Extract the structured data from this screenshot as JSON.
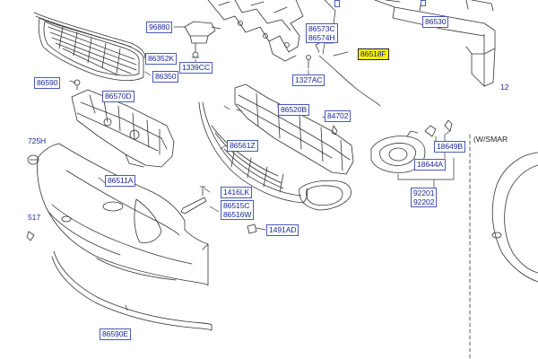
{
  "labels": {
    "p96880": "96880",
    "p86352K": "86352K",
    "p86350": "86350",
    "p1339CC": "1339CC",
    "p86590": "86590",
    "p86570D": "86570D",
    "p725H": "725H",
    "p86511A": "86511A",
    "p517": "517",
    "p86573C": "86573C",
    "p86574H": "86574H",
    "p86518F": "86518F",
    "p1327AC": "1327AC",
    "p86520B": "86520B",
    "p84702": "84702",
    "p86561Z": "86561Z",
    "p1416LK": "1416LK",
    "p86515C": "86515C",
    "p86516W": "86516W",
    "p1491AD": "1491AD",
    "p86590E": "86590E",
    "p18649B": "18649B",
    "p18644A": "18644A",
    "p92201": "92201",
    "p92202": "92202",
    "p86530": "86530",
    "p12": "12",
    "smart": "(W/SMAR"
  },
  "colors": {
    "line": "#333333",
    "label_text": "#1a2a9a",
    "label_border": "#4a5ab8",
    "highlight": "#fff200"
  }
}
